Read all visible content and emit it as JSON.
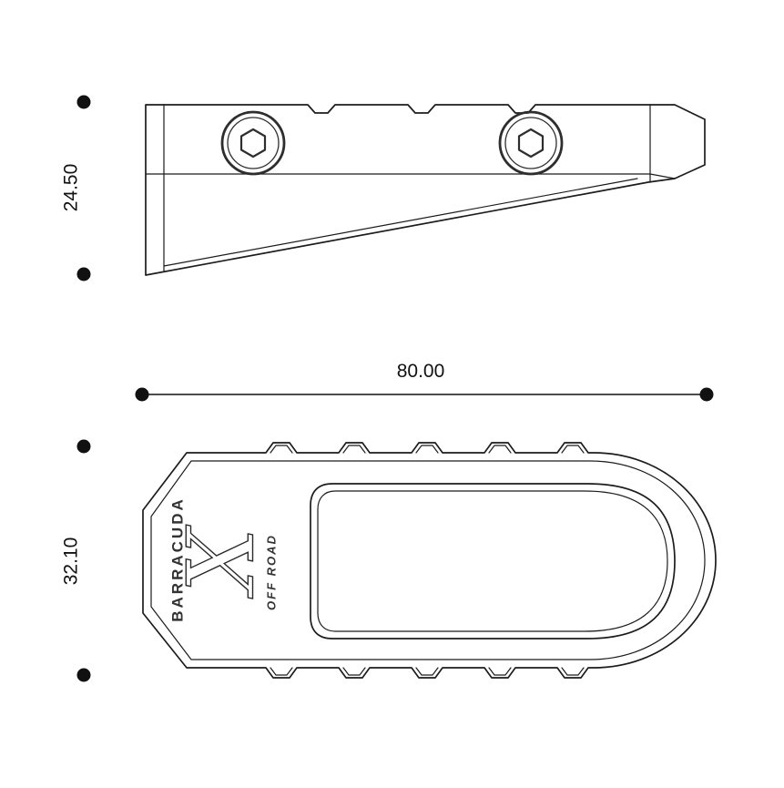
{
  "colors": {
    "bg": "#ffffff",
    "line": "#1c1c1c",
    "text": "#111111"
  },
  "side_view": {
    "height_dim": "24.50"
  },
  "plan_view": {
    "width_dim": "80.00",
    "height_dim": "32.10",
    "brand_name": "BARRACUDA",
    "brand_logo": "X",
    "brand_sub": "OFF ROAD"
  }
}
